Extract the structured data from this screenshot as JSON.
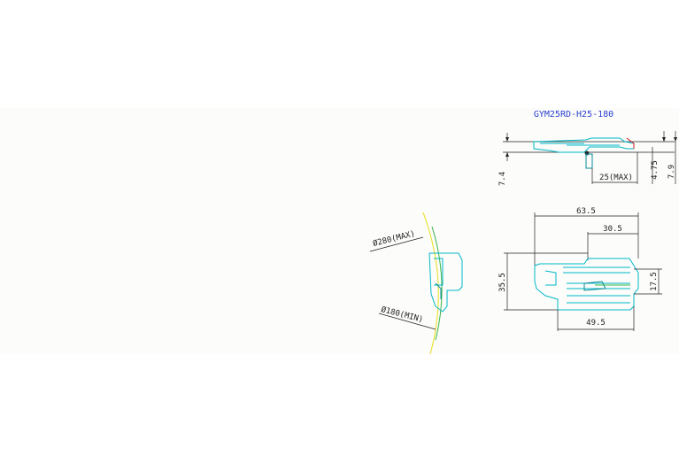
{
  "title": "GYM25RD-H25-180",
  "side_view": {
    "dim_height_left": "7.4",
    "dim_height_right_inner": "4.75",
    "dim_height_right_outer": "7.9",
    "dim_width_max": "25(MAX)"
  },
  "top_view": {
    "dim_total_width": "63.5",
    "dim_upper_width": "30.5",
    "dim_lower_width": "49.5",
    "dim_height": "35.5",
    "dim_right_height": "17.5"
  },
  "radius_view": {
    "diameter_max": "Ø280(MAX)",
    "diameter_min": "Ø180(MIN)"
  },
  "colors": {
    "outline": "#00b6c8",
    "title": "#2a3fd0",
    "arc": "#e8e030",
    "accent": "#d0202a"
  }
}
